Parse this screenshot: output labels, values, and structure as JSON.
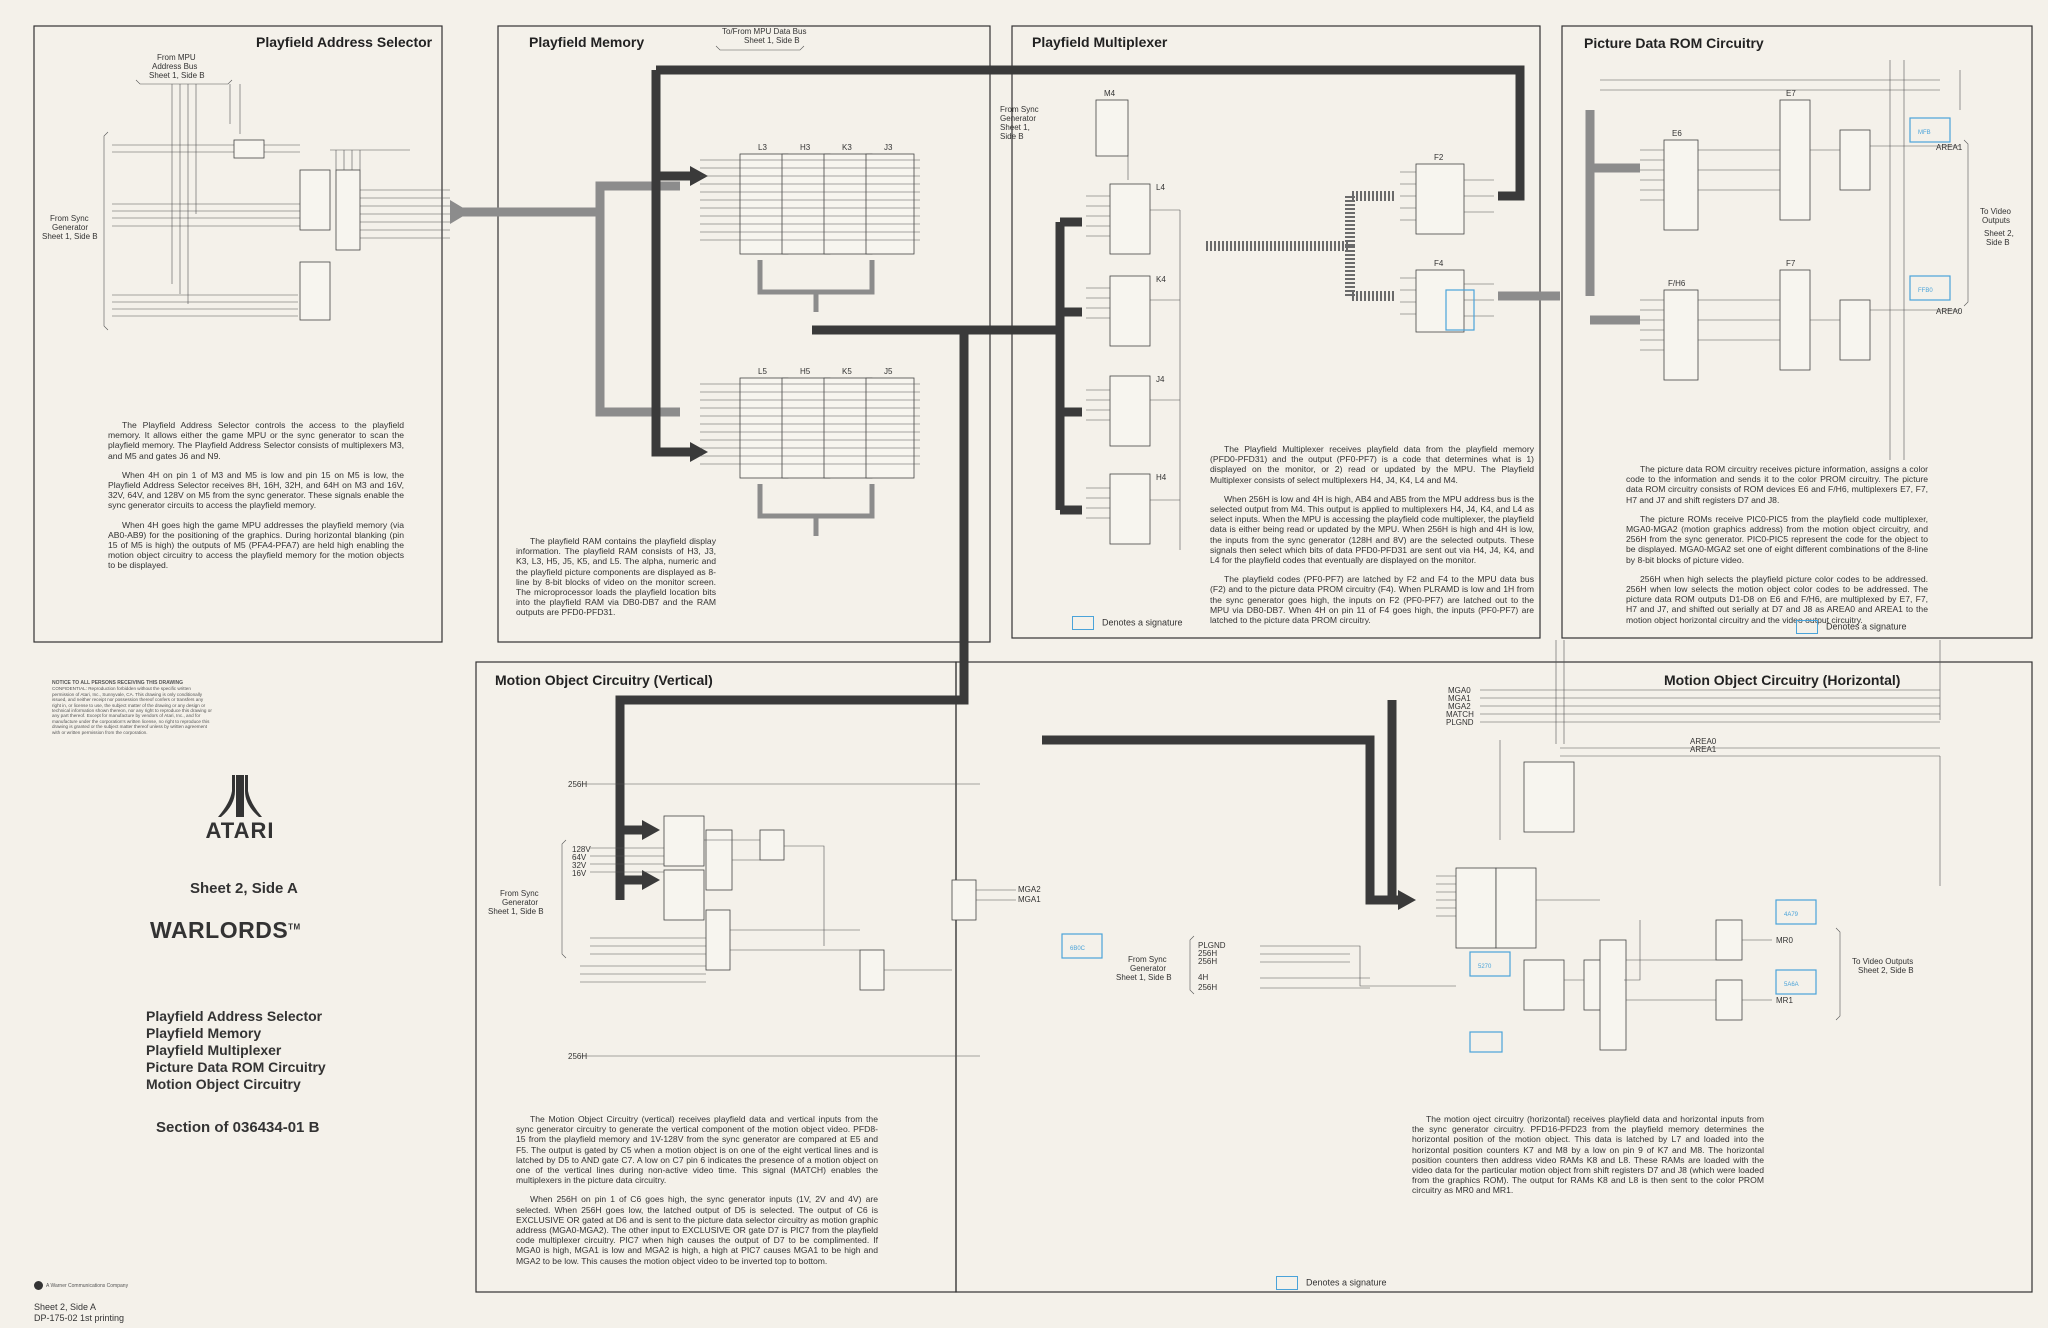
{
  "titles": {
    "address_selector": "Playfield Address Selector",
    "memory": "Playfield Memory",
    "multiplexer": "Playfield Multiplexer",
    "rom": "Picture Data ROM Circuitry",
    "mo_vertical": "Motion Object Circuitry (Vertical)",
    "mo_horizontal": "Motion Object Circuitry (Horizontal)"
  },
  "labels": {
    "from_mpu_addr_1": "From MPU",
    "from_mpu_addr_2": "Address Bus",
    "from_mpu_addr_3": "Sheet 1, Side B",
    "from_sync_1": "From Sync",
    "from_sync_2": "Generator",
    "from_sync_3": "Sheet 1, Side B",
    "data_bus_1": "To/From MPU Data Bus",
    "data_bus_2": "Sheet 1, Side B",
    "mux_sync_1": "From Sync",
    "mux_sync_2": "Generator",
    "mux_sync_3": "Sheet 1,",
    "mux_sync_4": "Side B",
    "video_out_1": "To Video",
    "video_out_2": "Outputs",
    "video_out_3": "Sheet 2,",
    "video_out_4": "Side B",
    "mov_sync_1": "From Sync",
    "mov_sync_2": "Generator",
    "mov_sync_3": "Sheet 1, Side B",
    "moh_sync_1": "From Sync",
    "moh_sync_2": "Generator",
    "moh_sync_3": "Sheet 1, Side B",
    "moh_video_1": "To Video Outputs",
    "moh_video_2": "Sheet 2, Side B"
  },
  "signals": {
    "mga0": "MGA0",
    "mga1": "MGA1",
    "mga2": "MGA2",
    "match": "MATCH",
    "plgnd": "PLGND",
    "area0": "AREA0",
    "area1": "AREA1",
    "mr0": "MR0",
    "mr1": "MR1",
    "h256": "256H",
    "h4": "4H",
    "vinputs": [
      "128V",
      "64V",
      "32V",
      "16V"
    ],
    "sync_inputs": [
      "PLGND",
      "256H",
      "256H",
      "4H",
      "256H"
    ]
  },
  "chips": {
    "memory_top": [
      "L3",
      "H3",
      "K3",
      "J3"
    ],
    "memory_bottom": [
      "L5",
      "H5",
      "K5",
      "J5"
    ],
    "multiplexers": [
      "M4",
      "L4",
      "K4",
      "J4",
      "H4"
    ],
    "rom": [
      "E6",
      "F/H6",
      "E7",
      "F7"
    ],
    "mux_latches": [
      "F2",
      "F4"
    ]
  },
  "signature_notes": {
    "rom_1": "MFB",
    "rom_2": "FFB0",
    "mux": "—",
    "mov": "6B0C",
    "moh_1": "5270",
    "moh_2": "4A79",
    "moh_3": "5A6A"
  },
  "paragraphs": {
    "address_selector": [
      "The Playfield Address Selector controls the access to the playfield memory. It allows either the game MPU or the sync generator to scan the playfield memory. The Playfield Address Selector consists of multiplexers M3, and M5 and gates J6 and N9.",
      "When 4H on pin 1 of M3 and M5 is low and pin 15 on M5 is low, the Playfield Address Selector receives 8H, 16H, 32H, and 64H on M3 and 16V, 32V, 64V, and 128V on M5 from the sync generator. These signals enable the sync generator circuits to access the playfield memory.",
      "When 4H goes high the game MPU addresses the playfield memory (via AB0-AB9) for the positioning of the graphics. During horizontal blanking (pin 15 of M5 is high) the outputs of M5 (PFA4-PFA7) are held high enabling the motion object circuitry to access the playfield memory for the motion objects to be displayed."
    ],
    "memory": [
      "The playfield RAM contains the playfield display information. The playfield RAM consists of H3, J3, K3, L3, H5, J5, K5, and L5. The alpha, numeric and the playfield picture components are displayed as 8-line by 8-bit blocks of video on the monitor screen. The microprocessor loads the playfield location bits into the playfield RAM via DB0-DB7 and the RAM outputs are PFD0-PFD31."
    ],
    "multiplexer": [
      "The Playfield Multiplexer receives playfield data from the playfield memory (PFD0-PFD31) and the output (PF0-PF7) is a code that determines what is 1) displayed on the monitor, or 2) read or updated by the MPU. The Playfield Multiplexer consists of select multiplexers H4, J4, K4, L4 and M4.",
      "When 256H is low and 4H is high, AB4 and AB5 from the MPU address bus is the selected output from M4. This output is applied to multiplexers H4, J4, K4, and L4 as select inputs. When the MPU is accessing the playfield code multiplexer, the playfield data is either being read or updated by the MPU. When 256H is high and 4H is low, the inputs from the sync generator (128H and 8V) are the selected outputs. These signals then select which bits of data PFD0-PFD31 are sent out via H4, J4, K4, and L4 for the playfield codes that eventually are displayed on the monitor.",
      "The playfield codes (PF0-PF7) are latched by F2 and F4 to the MPU data bus (F2) and to the picture data PROM circuitry (F4). When PLRAMD is low and 1H from the sync generator goes high, the inputs on F2 (PF0-PF7) are latched out to the MPU via DB0-DB7. When 4H on pin 11 of F4 goes high, the inputs (PF0-PF7) are latched to the picture data PROM circuitry."
    ],
    "rom": [
      "The picture data ROM circuitry receives picture information, assigns a color code to the information and sends it to the color PROM circuitry. The picture data ROM circuitry consists of ROM devices E6 and F/H6, multiplexers E7, F7, H7 and J7 and shift registers D7 and J8.",
      "The picture ROMs receive PIC0-PIC5 from the playfield code multiplexer, MGA0-MGA2 (motion graphics address) from the motion object circuitry, and 256H from the sync generator. PIC0-PIC5 represent the code for the object to be displayed. MGA0-MGA2 set one of eight different combinations of the 8-line by 8-bit blocks of picture video.",
      "256H when high selects the playfield picture color codes to be addressed. 256H when low selects the motion object color codes to be addressed. The picture data ROM outputs D1-D8 on E6 and F/H6, are multiplexed by E7, F7, H7 and J7, and shifted out serially at D7 and J8 as AREA0 and AREA1 to the motion object horizontal circuitry and the video output circuitry."
    ],
    "mo_vertical": [
      "The Motion Object Circuitry (vertical) receives playfield data and vertical inputs from the sync generator circuitry to generate the vertical component of the motion object video. PFD8-15 from the playfield memory and 1V-128V from the sync generator are compared at E5 and F5. The output is gated by C5 when a motion object is on one of the eight vertical lines and is latched by D5 to AND gate C7. A low on C7 pin 6 indicates the presence of a motion object on one of the vertical lines during non-active video time. This signal (MATCH) enables the multiplexers in the picture data circuitry.",
      "When 256H on pin 1 of C6 goes high, the sync generator inputs (1V, 2V and 4V) are selected. When 256H goes low, the latched output of D5 is selected. The output of C6 is EXCLUSIVE OR gated at D6 and is sent to the picture data selector circuitry as motion graphic address (MGA0-MGA2). The other input to EXCLUSIVE OR gate D7 is PIC7 from the playfield code multiplexer circuitry. PIC7 when high causes the output of D7 to be complimented. If MGA0 is high, MGA1 is low and MGA2 is high, a high at PIC7 causes MGA1 to be high and MGA2 to be low. This causes the motion object video to be inverted top to bottom."
    ],
    "mo_horizontal": [
      "The motion oject circuitry (horizontal) receives playfield data and horizontal inputs from the sync generator circuitry. PFD16-PFD23 from the playfield memory determines the horizontal position of the motion object. This data is latched by L7 and loaded into the horizontal position counters K7 and M8 by a low on pin 9 of K7 and M8. The horizontal position counters then address video RAMs K8 and L8. These RAMs are loaded with the video data for the particular motion object from shift registers D7 and J8 (which were loaded from the graphics ROM). The output for RAMs K8 and L8 is then sent to the color PROM circuitry as MR0 and MR1."
    ]
  },
  "legend": "Denotes a signature",
  "notice": {
    "heading": "NOTICE TO ALL PERSONS RECEIVING THIS DRAWING",
    "body": "CONFIDENTIAL: Reproduction forbidden without the specific written permission of Atari, Inc., Sunnyvale, CA. This drawing is only conditionally issued, and neither receipt nor possession thereof confers or transfers any right in, or license to use, the subject matter of the drawing or any design or technical information shown thereon, nor any right to reproduce this drawing or any part thereof. Except for manufacture by vendors of Atari, Inc., and for manufacture under the corporation's written license, no right to reproduce this drawing is granted or the subject matter thereof unless by written agreement with or written permission from the corporation."
  },
  "brand": {
    "wordmark": "ATARI"
  },
  "sheet": "Sheet 2, Side A",
  "game": "WARLORDS",
  "trademark": "TM",
  "contents": [
    "Playfield Address Selector",
    "Playfield Memory",
    "Playfield Multiplexer",
    "Picture Data ROM Circuitry",
    "Motion Object Circuitry"
  ],
  "section": "Section of 036434-01   B",
  "wcc": "A Warner Communications Company",
  "footer": {
    "line1": "Sheet 2, Side A",
    "line2": "DP-175-02   1st printing"
  }
}
